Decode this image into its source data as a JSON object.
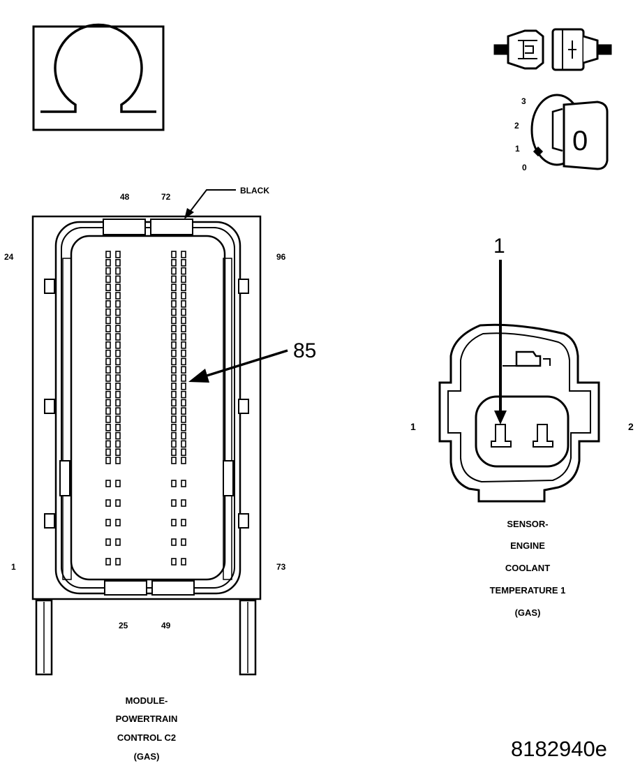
{
  "ohmmeter": {
    "icon": "ohm-symbol-icon"
  },
  "connector_tool": {
    "icon": "connector-disconnect-icon"
  },
  "ignition": {
    "icon": "ignition-key-icon",
    "positions": [
      "3",
      "2",
      "1",
      "0"
    ],
    "key_position": "0"
  },
  "pcm_connector": {
    "color_label": "BLACK",
    "pin_labels": {
      "top_left": "48",
      "top_right": "72",
      "left_upper": "24",
      "right_upper": "96",
      "left_lower": "1",
      "right_lower": "73",
      "bottom_left": "25",
      "bottom_right": "49"
    },
    "callout_pin": "85",
    "caption": [
      "MODULE-",
      "POWERTRAIN",
      "CONTROL C2",
      "(GAS)"
    ]
  },
  "sensor_connector": {
    "callout_pin": "1",
    "side_left": "1",
    "side_right": "2",
    "caption": [
      "SENSOR-",
      "ENGINE",
      "COOLANT",
      "TEMPERATURE 1",
      "(GAS)"
    ]
  },
  "figure_id": "8182940e"
}
